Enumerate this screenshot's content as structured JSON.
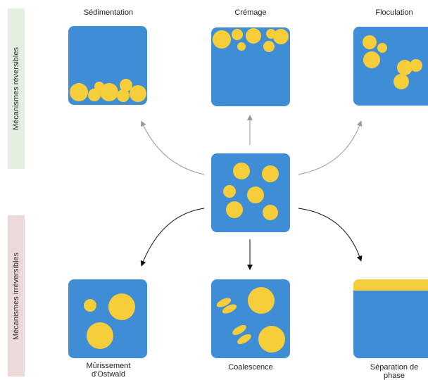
{
  "side_labels": {
    "reversible": "Mécanismes réversibles",
    "irreversible": "Mécanismes irréversibles"
  },
  "panels": {
    "sedimentation": "Sédimentation",
    "cremage": "Crémage",
    "floculation": "Floculation",
    "murissement_line1": "Mûrissement",
    "murissement_line2": "d'Ostwald",
    "coalescence": "Coalescence",
    "separation_line1": "Séparation de",
    "separation_line2": "phase"
  },
  "colors": {
    "water": "#3f8dd4",
    "droplet": "#f6cd3a",
    "droplet_highlight": "#fbe58a",
    "reversible_band": "#e3efdf",
    "irreversible_band": "#ecd9da",
    "reversible_arrow": "#999999",
    "irreversible_arrow": "#111111"
  }
}
